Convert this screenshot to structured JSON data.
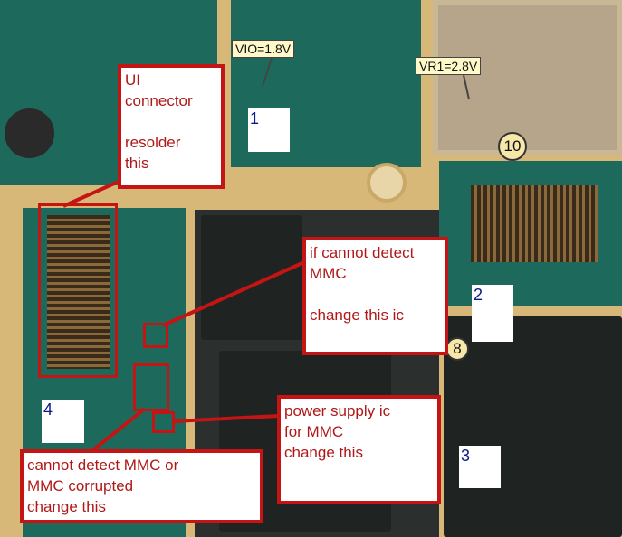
{
  "voltage_labels": {
    "vio": "VIO=1.8V",
    "vr1": "VR1=2.8V"
  },
  "bubbles": {
    "b10": "10",
    "b8": "8"
  },
  "numbered_tags": [
    "1",
    "2",
    "3",
    "4"
  ],
  "annotations": {
    "ui_connector": "UI\nconnector\n\nresolder\nthis",
    "mmc_ic": "if cannot detect\nMMC\n\nchange this ic",
    "power_supply": "power supply ic\nfor MMC\nchange this",
    "mmc_corrupted": "cannot detect MMC or\nMMC corrupted\nchange this"
  },
  "colors": {
    "annotation_red": "#c41414",
    "pcb_green": "#1d6a5c",
    "pcb_gold": "#d8b878"
  }
}
